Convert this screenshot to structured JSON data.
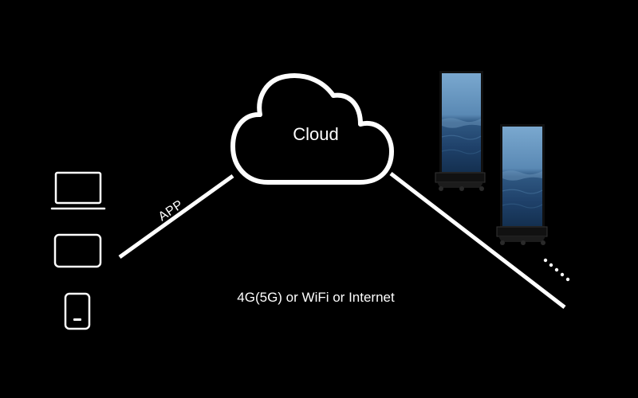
{
  "cloud": {
    "label": "Cloud"
  },
  "app_link": {
    "label": "APP"
  },
  "connection": {
    "label": "4G(5G) or WiFi or Internet"
  },
  "devices": {
    "source": [
      "laptop-icon",
      "tablet-icon",
      "phone-icon"
    ],
    "target": [
      "vertical-display-kiosk",
      "vertical-display-kiosk"
    ],
    "more_indicator": "....."
  },
  "colors": {
    "background": "#000000",
    "line": "#ffffff",
    "display_frame": "#1a1a1a",
    "sky": "#5f8fb8",
    "sea": "#1f3f62"
  }
}
